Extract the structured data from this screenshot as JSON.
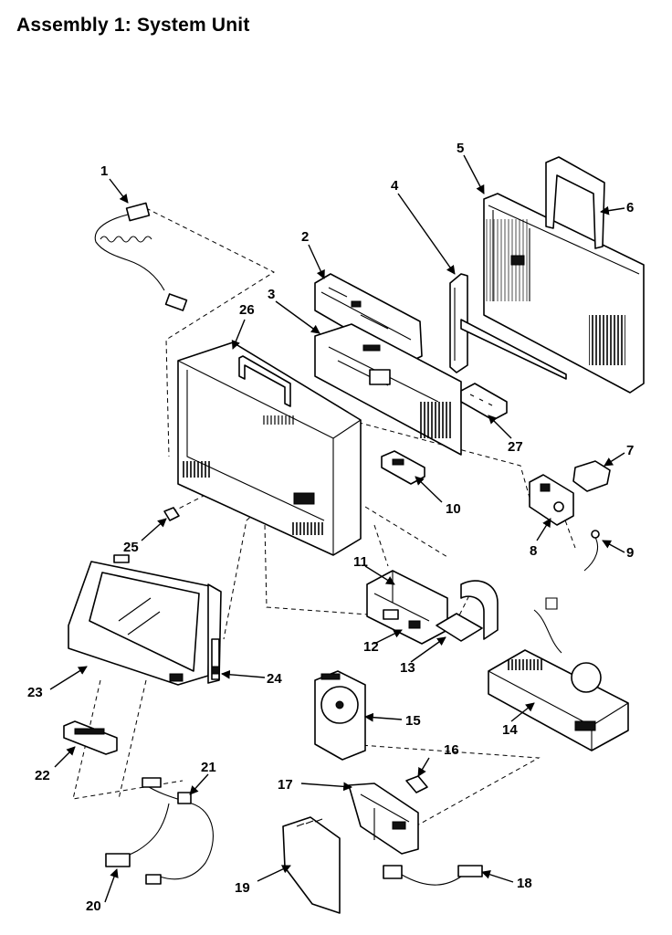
{
  "title": "Assembly 1:  System Unit",
  "callouts": [
    "1",
    "2",
    "3",
    "4",
    "5",
    "6",
    "7",
    "8",
    "9",
    "10",
    "11",
    "12",
    "13",
    "14",
    "15",
    "16",
    "17",
    "18",
    "19",
    "20",
    "21",
    "22",
    "23",
    "24",
    "25",
    "26",
    "27"
  ]
}
